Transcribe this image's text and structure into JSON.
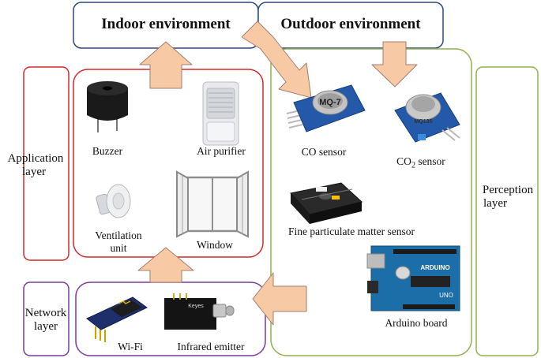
{
  "environments": {
    "indoor": "Indoor environment",
    "outdoor": "Outdoor environment"
  },
  "layers": {
    "application": [
      "Application",
      "layer"
    ],
    "network": [
      "Network",
      "layer"
    ],
    "perception": [
      "Perception",
      "layer"
    ]
  },
  "devices": {
    "buzzer": "Buzzer",
    "air_purifier": "Air purifier",
    "ventilation": [
      "Ventilation",
      "unit"
    ],
    "window": "Window",
    "co_sensor": "CO sensor",
    "co2_sensor": {
      "prefix": "CO",
      "sub": "2",
      "suffix": " sensor"
    },
    "pm_sensor": "Fine particulate matter sensor",
    "arduino": "Arduino board",
    "wifi": "Wi-Fi",
    "infrared": "Infrared emitter"
  },
  "component_marks": {
    "mq7": "MQ-7",
    "mq135": "MQ135",
    "keyes": "Keyes",
    "uno": "UNO",
    "arduino_logo": "ARDUINO"
  },
  "colors": {
    "indoor_border": "#2e4a7a",
    "application": "#d42a2a",
    "network": "#7a3aa0",
    "perception": "#8fb24a",
    "arrow_fill": "#f7c9a4",
    "arrow_stroke": "#a08070"
  }
}
